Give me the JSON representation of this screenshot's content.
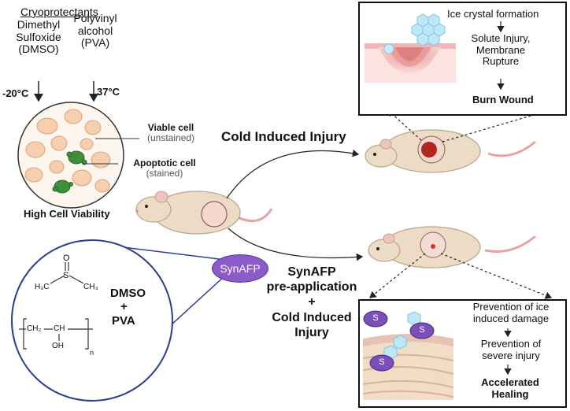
{
  "cryo": {
    "title": "Cryoprotectants",
    "dmso_line1": "Dimethyl",
    "dmso_line2": "Sulfoxide",
    "dmso_line3": "(DMSO)",
    "pva_line1": "Polyvinyl",
    "pva_line2": "alcohol",
    "pva_line3": "(PVA)",
    "temp_dmso": "-20°C",
    "temp_pva": "37°C",
    "viable_label": "Viable cell",
    "viable_sub": "(unstained)",
    "apoptotic_label": "Apoptotic cell",
    "apoptotic_sub": "(stained)",
    "viability": "High Cell Viability"
  },
  "injury": {
    "cold_label": "Cold Induced Injury",
    "ice_crystal": "Ice crystal formation",
    "solute_line1": "Solute Injury,",
    "solute_line2": "Membrane",
    "solute_line3": "Rupture",
    "burn": "Burn Wound"
  },
  "synafp": {
    "badge": "SynAFP",
    "line1": "SynAFP",
    "line2": "pre-application",
    "line3": "+",
    "line4": "Cold Induced",
    "line5": "Injury",
    "s_label": "S",
    "prev_ice_line1": "Prevention of ice",
    "prev_ice_line2": "induced damage",
    "prev_sev_line1": "Prevention of",
    "prev_sev_line2": "severe injury",
    "healing_line1": "Accelerated",
    "healing_line2": "Healing"
  },
  "chem": {
    "dmso": "DMSO",
    "plus": "+",
    "pva": "PVA",
    "h3c": "H₃C",
    "ch3": "CH₃",
    "o": "O",
    "s": "S",
    "ch2": "CH₂",
    "ch": "CH",
    "oh": "OH",
    "n": "n"
  },
  "colors": {
    "synafp_purple": "#8b5cc8",
    "mouse_body": "#ecdcc6",
    "burn_red": "#c0392b",
    "ice_blue": "#bfe8f7"
  }
}
